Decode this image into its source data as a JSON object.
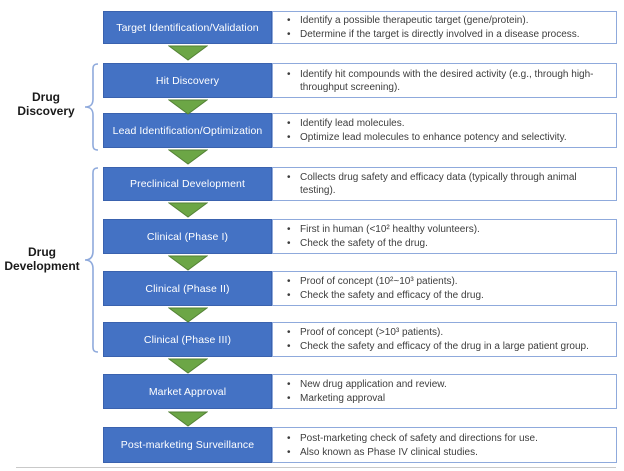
{
  "phases": [
    {
      "label": "Drug Discovery"
    },
    {
      "label": "Drug Development"
    }
  ],
  "stages": [
    {
      "label": "Target Identification/Validation",
      "bullets": [
        "Identify a possible therapeutic target (gene/protein).",
        "Determine if the target is directly involved in a disease process."
      ]
    },
    {
      "label": "Hit Discovery",
      "bullets": [
        "Identify hit compounds with the desired activity (e.g., through high-throughput screening)."
      ]
    },
    {
      "label": "Lead Identification/Optimization",
      "bullets": [
        "Identify lead molecules.",
        "Optimize lead molecules to enhance potency and selectivity."
      ]
    },
    {
      "label": "Preclinical Development",
      "bullets": [
        "Collects drug safety and efficacy data (typically through animal testing)."
      ]
    },
    {
      "label": "Clinical (Phase I)",
      "bullets": [
        "First in human (<10² healthy volunteers).",
        "Check the safety of the drug."
      ]
    },
    {
      "label": "Clinical (Phase II)",
      "bullets": [
        "Proof of concept (10²~10³ patients).",
        "Check the safety and efficacy of the drug."
      ]
    },
    {
      "label": "Clinical (Phase III)",
      "bullets": [
        "Proof of concept (>10³ patients).",
        "Check the safety and efficacy of the drug in a large patient group."
      ]
    },
    {
      "label": "Market Approval",
      "bullets": [
        "New drug application and review.",
        "Marketing approval"
      ]
    },
    {
      "label": "Post-marketing Surveillance",
      "bullets": [
        "Post-marketing check of safety and directions for use.",
        "Also known as Phase IV clinical studies."
      ]
    }
  ],
  "colors": {
    "stage_fill": "#4472C4",
    "stage_border": "#3A62AE",
    "stage_text": "#FFFFFF",
    "desc_border": "#8FAADC",
    "desc_text": "#3D3D3D",
    "arrow_fill": "#6CA646",
    "arrow_stroke": "#538135",
    "bracket": "#8FAADC",
    "phase_text": "#1A1A1A",
    "footer_line": "#C9C9C9"
  }
}
